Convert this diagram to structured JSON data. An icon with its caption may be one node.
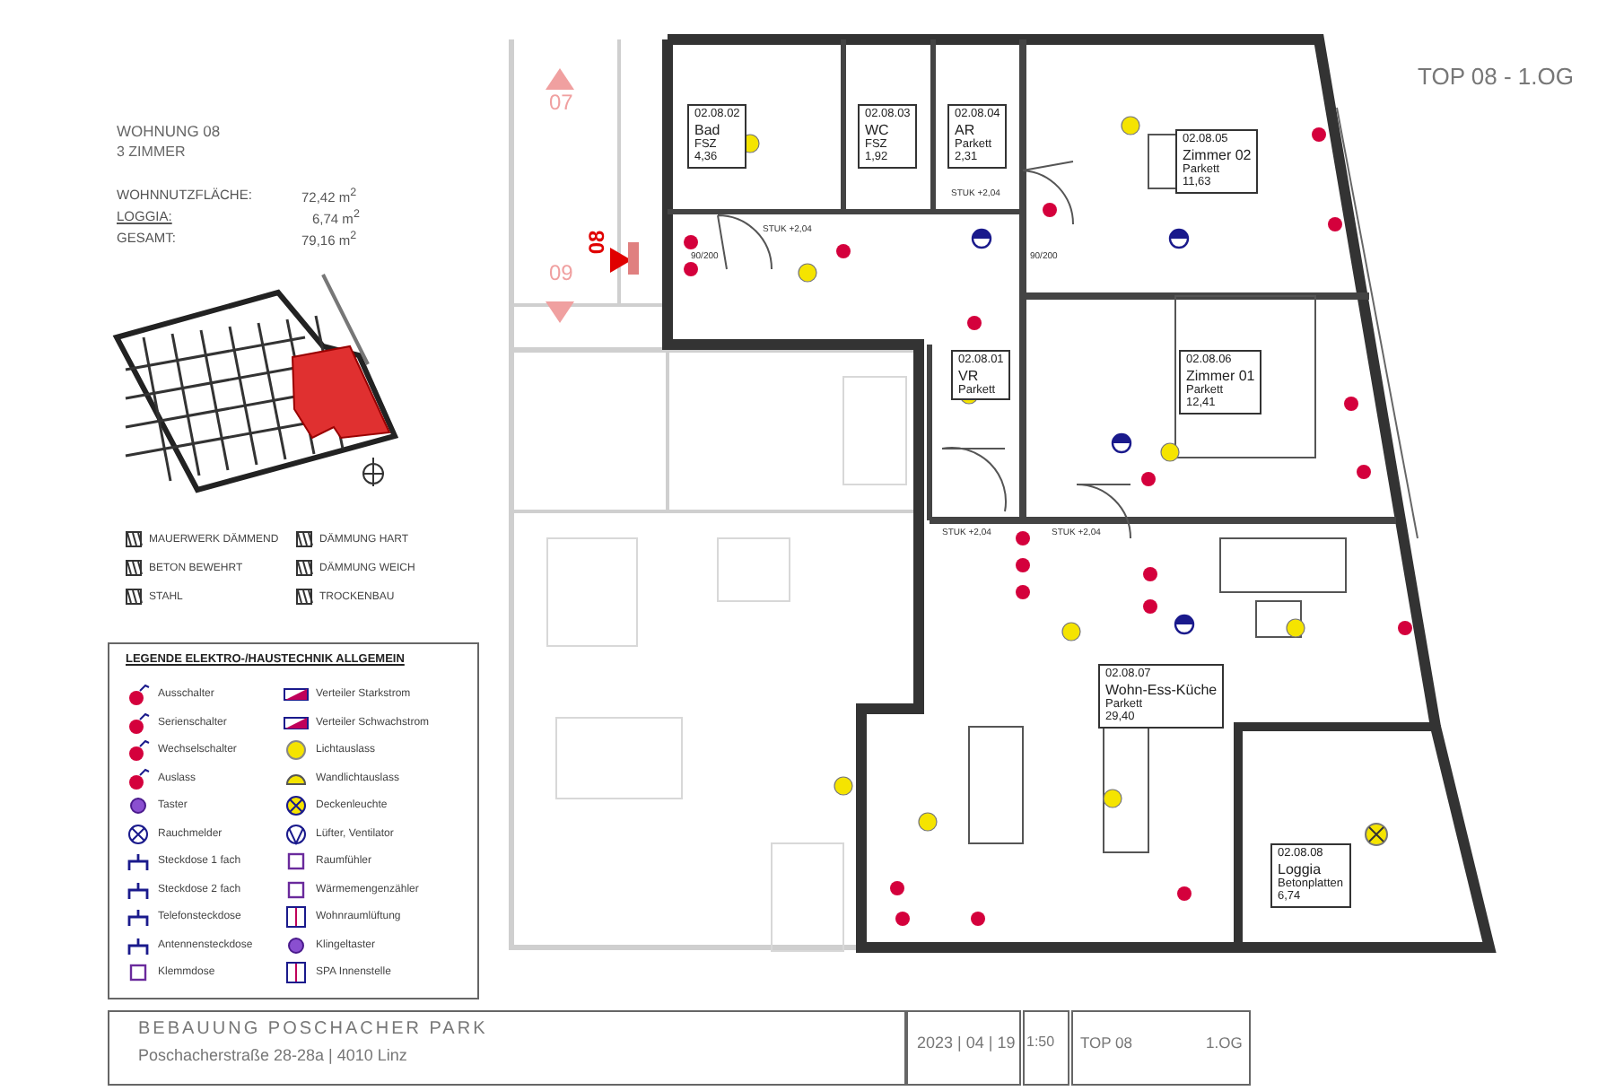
{
  "diagram": {
    "title": "TOP 08 - 1.OG",
    "nodes": [
      {
        "text": [
          "02.08.02",
          "Bad",
          "FSZ",
          "4,36"
        ]
      },
      {
        "text": [
          "02.08.03",
          "WC",
          "FSZ",
          "1,92"
        ]
      },
      {
        "text": [
          "02.08.04",
          "AR",
          "Parkett",
          "2,31"
        ]
      },
      {
        "text": [
          "02.08.05",
          "Zimmer 02",
          "Parkett",
          "11,63"
        ]
      },
      {
        "text": [
          "02.08.01",
          "VR",
          "Parkett"
        ]
      },
      {
        "text": [
          "02.08.06",
          "Zimmer 01",
          "Parkett",
          "12,41"
        ]
      },
      {
        "text": [
          "02.08.07",
          "Wohn-Ess-Küche",
          "Parkett",
          "29,40"
        ]
      },
      {
        "text": [
          "02.08.08",
          "Loggia",
          "Betonplatten",
          "6,74"
        ]
      }
    ],
    "labels": [
      "WOHNUNG 08",
      "3 ZIMMER",
      "WOHNNUTZFLÄCHE:",
      "72,42 m$^{2}$",
      "LOGGIA:",
      "6,74 m$^{2}$",
      "GESAMT:",
      "79,16 m$^{2}$",
      "LEGENDE ELEKTRO-/HAUSTECHNIK ALLGEMEIN",
      "07",
      "08",
      "09",
      "90/200",
      "90/200",
      "STUK +2,04",
      "STUK +2,04",
      "STUK +2,04",
      "STUK +2,04",
      "BEBAUUNG POSCHACHER PARK",
      "Poschacherstraße 28-28a | 4010 Linz",
      "2023 | 04 | 19",
      "1:50",
      "TOP 08",
      "1.OG"
    ],
    "legend": [
      {
        "text": "MAUERWERK DÄMMEND"
      },
      {
        "text": "BETON BEWEHRT"
      },
      {
        "text": "STAHL"
      },
      {
        "text": "DÄMMUNG HART"
      },
      {
        "text": "DÄMMUNG WEICH"
      },
      {
        "text": "TROCKENBAU"
      },
      {
        "text": "Ausschalter"
      },
      {
        "text": "Serienschalter"
      },
      {
        "text": "Wechselschalter"
      },
      {
        "text": "Auslass"
      },
      {
        "text": "Taster"
      },
      {
        "text": "Rauchmelder"
      },
      {
        "text": "Steckdose 1 fach"
      },
      {
        "text": "Steckdose 2 fach"
      },
      {
        "text": "Telefonsteckdose"
      },
      {
        "text": "Antennensteckdose"
      },
      {
        "text": "Klemmdose"
      },
      {
        "text": "Verteiler Starkstrom"
      },
      {
        "text": "Verteiler Schwachstrom"
      },
      {
        "text": "Lichtauslass"
      },
      {
        "text": "Wandlichtauslass"
      },
      {
        "text": "Deckenleuchte"
      },
      {
        "text": "Lüfter, Ventilator"
      },
      {
        "text": "Raumfühler"
      },
      {
        "text": "Wärmemengenzähler"
      },
      {
        "text": "Wohnraumlüftung"
      },
      {
        "text": "Klingeltaster"
      },
      {
        "text": "SPA Innenstelle"
      }
    ]
  }
}
